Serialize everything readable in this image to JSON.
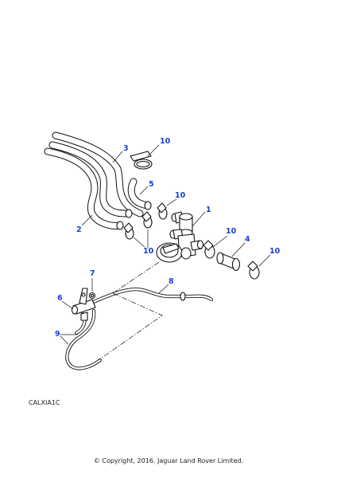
{
  "callouts": {
    "c1": "1",
    "c2": "2",
    "c3": "3",
    "c4": "4",
    "c5": "5",
    "c6": "6",
    "c7": "7",
    "c8": "8",
    "c9": "9",
    "c10a": "10",
    "c10b": "10",
    "c10c": "10",
    "c10d": "10",
    "c10e": "10"
  },
  "diagram_code": "CALXIA1C",
  "copyright": "© Copyright, 2016. Jaguar Land Rover Limited.",
  "colors": {
    "callout": "#1a3fd6",
    "line": "#111111"
  }
}
